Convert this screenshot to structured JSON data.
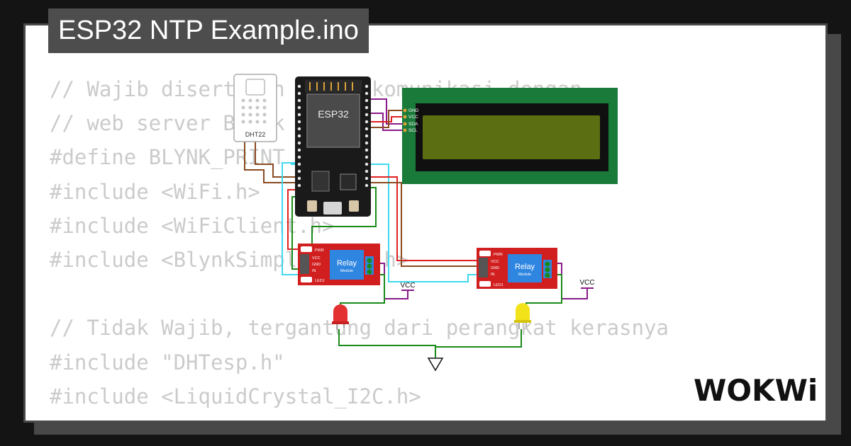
{
  "page": {
    "title": "ESP32 NTP Example.ino"
  },
  "code": {
    "lines": [
      "// Wajib disertakan untuk komunikasi dengan",
      "// web server Blynk",
      "#define BLYNK_PRINT Serial",
      "#include <WiFi.h>",
      "#include <WiFiClient.h>",
      "#include <BlynkSimpleEsp32.h>",
      "",
      "// Tidak Wajib, tergantung dari perangkat kerasnya",
      "#include \"DHTesp.h\"",
      "#include <LiquidCrystal_I2C.h>"
    ]
  },
  "circuit": {
    "dht_label": "DHT22",
    "esp32_label": "ESP32",
    "lcd_pins": [
      "GND",
      "VCC",
      "SDA",
      "SCL"
    ],
    "relay": {
      "label": "Relay",
      "sublabel": "Module",
      "pins": [
        "VCC",
        "GND",
        "IN"
      ],
      "pwr_label": "PWR",
      "led_label": "LED1"
    },
    "vcc_label": "VCC",
    "led_colors": [
      "red",
      "yellow"
    ],
    "colors": {
      "lcd_board": "#1a7a3a",
      "lcd_screen": "#5c6e12",
      "relay_board": "#d11f1f",
      "relay_block": "#2f86e0",
      "wire_red": "#e02020",
      "wire_green": "#1a8a1a",
      "wire_cyan": "#3fd8f0",
      "wire_brown": "#8a4a20",
      "wire_purple": "#8a1a8a"
    }
  },
  "brand": {
    "logo": "WOKWi"
  }
}
